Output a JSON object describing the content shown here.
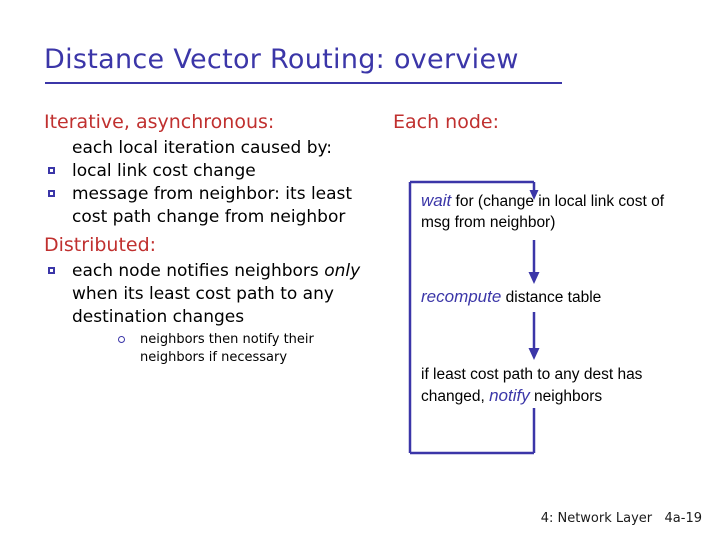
{
  "slide": {
    "title": "Distance Vector Routing: overview",
    "footer": "4: Network Layer   4a-19"
  },
  "colors": {
    "title_blue": "#3b36a8",
    "heading_red": "#c0302f",
    "body_black": "#000000",
    "accent_blue": "#3b36a8",
    "background": "#ffffff"
  },
  "left_column": {
    "heading_1": "Iterative, asynchronous:",
    "intro": "each local iteration caused by:",
    "bullets": [
      {
        "text": "local link cost change"
      },
      {
        "text": "message from neighbor: its least cost path change from neighbor"
      }
    ],
    "heading_2": "Distributed:",
    "bullets_2": [
      {
        "pre": "each node notifies neighbors ",
        "emphasis": "only",
        "post": " when its least cost path to any destination changes",
        "subbullets": [
          {
            "text": "neighbors then notify their neighbors if necessary"
          }
        ]
      }
    ]
  },
  "right_column": {
    "heading": "Each node:",
    "flow": {
      "steps": [
        {
          "keyword": "wait",
          "text": " for (change in local link cost of msg from neighbor)"
        },
        {
          "keyword": "recompute",
          "text": " distance table"
        },
        {
          "pre": "if least cost path to any dest has changed, ",
          "keyword": "notify",
          "text": " neighbors"
        }
      ]
    }
  }
}
